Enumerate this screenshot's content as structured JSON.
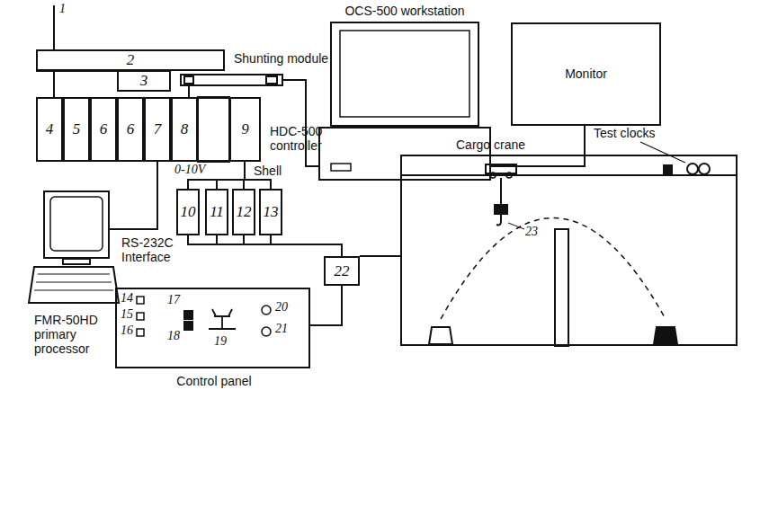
{
  "diagram": {
    "nodes": [
      {
        "text": [
          "2"
        ]
      },
      {
        "text": [
          "3"
        ]
      },
      {
        "text": [
          "Shunting module"
        ]
      },
      {
        "text": [
          "OCS-500 workstation"
        ]
      },
      {
        "text": [
          "Monitor"
        ]
      },
      {
        "text": [
          "HDC-500 controller"
        ]
      },
      {
        "text": [
          "4"
        ],
        "in": 5
      },
      {
        "text": [
          "5"
        ],
        "in": 5
      },
      {
        "text": [
          "6"
        ],
        "in": 5
      },
      {
        "text": [
          "6"
        ],
        "in": 5
      },
      {
        "text": [
          "7"
        ],
        "in": 5
      },
      {
        "text": [
          "8"
        ],
        "in": 5
      },
      {
        "text": [
          "9"
        ],
        "in": 5
      },
      {
        "text": [
          "FMR-50HD primary processor"
        ]
      },
      {
        "text": [
          "10"
        ]
      },
      {
        "text": [
          "11"
        ]
      },
      {
        "text": [
          "12"
        ]
      },
      {
        "text": [
          "13"
        ]
      },
      {
        "text": [
          "Control panel"
        ]
      },
      {
        "text": [
          "22"
        ]
      },
      {
        "text": [
          "Cargo crane"
        ]
      }
    ],
    "edges": [
      {
        "from": 0,
        "to": 1,
        "arrow": "none"
      },
      {
        "from": 0,
        "to": 6,
        "arrow": "none"
      },
      {
        "from": 2,
        "to": 11,
        "arrow": "none"
      },
      {
        "from": 2,
        "to": 3,
        "arrow": "none"
      },
      {
        "from": 3,
        "to": 4,
        "arrow": "none"
      },
      {
        "from": 10,
        "to": 13,
        "arrow": "none"
      },
      {
        "from": 12,
        "to": 14,
        "arrow": "none"
      },
      {
        "from": 12,
        "to": 15,
        "arrow": "none"
      },
      {
        "from": 12,
        "to": 16,
        "arrow": "none"
      },
      {
        "from": 12,
        "to": 17,
        "arrow": "none"
      },
      {
        "from": 14,
        "to": 19,
        "arrow": "none"
      },
      {
        "from": 15,
        "to": 19,
        "arrow": "none"
      },
      {
        "from": 16,
        "to": 19,
        "arrow": "none"
      },
      {
        "from": 17,
        "to": 19,
        "arrow": "none"
      },
      {
        "from": 18,
        "to": 19,
        "arrow": "none"
      },
      {
        "from": 19,
        "to": 20,
        "arrow": "none"
      }
    ],
    "labels": [
      "1",
      "Shell",
      "0-10V",
      "RS-232C Interface",
      "Test clocks",
      "23",
      "14",
      "15",
      "16",
      "17",
      "18",
      "19",
      "20",
      "21"
    ]
  }
}
